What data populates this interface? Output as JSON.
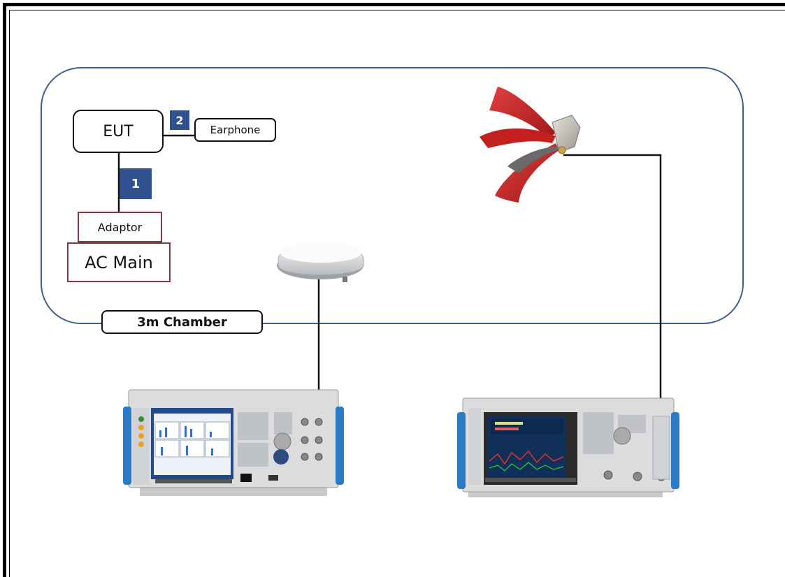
{
  "chamber": {
    "label": "3m Chamber"
  },
  "eut": {
    "label": "EUT"
  },
  "earphone": {
    "label": "Earphone"
  },
  "adaptor": {
    "label": "Adaptor"
  },
  "ac_main": {
    "label": "AC Main"
  },
  "cable_badges": {
    "cable_1": "1",
    "cable_2": "2"
  },
  "colors": {
    "chamber_border": "#3f5e8c",
    "badge": "#2f5190",
    "adaptor_border": "#7a3d45",
    "horn_antenna": "#c62828"
  },
  "icons": {
    "receive_antenna": "horn-antenna-icon",
    "gps_antenna": "puck-antenna-icon",
    "tester": "radio-communication-tester-icon",
    "receiver": "emi-test-receiver-icon"
  }
}
